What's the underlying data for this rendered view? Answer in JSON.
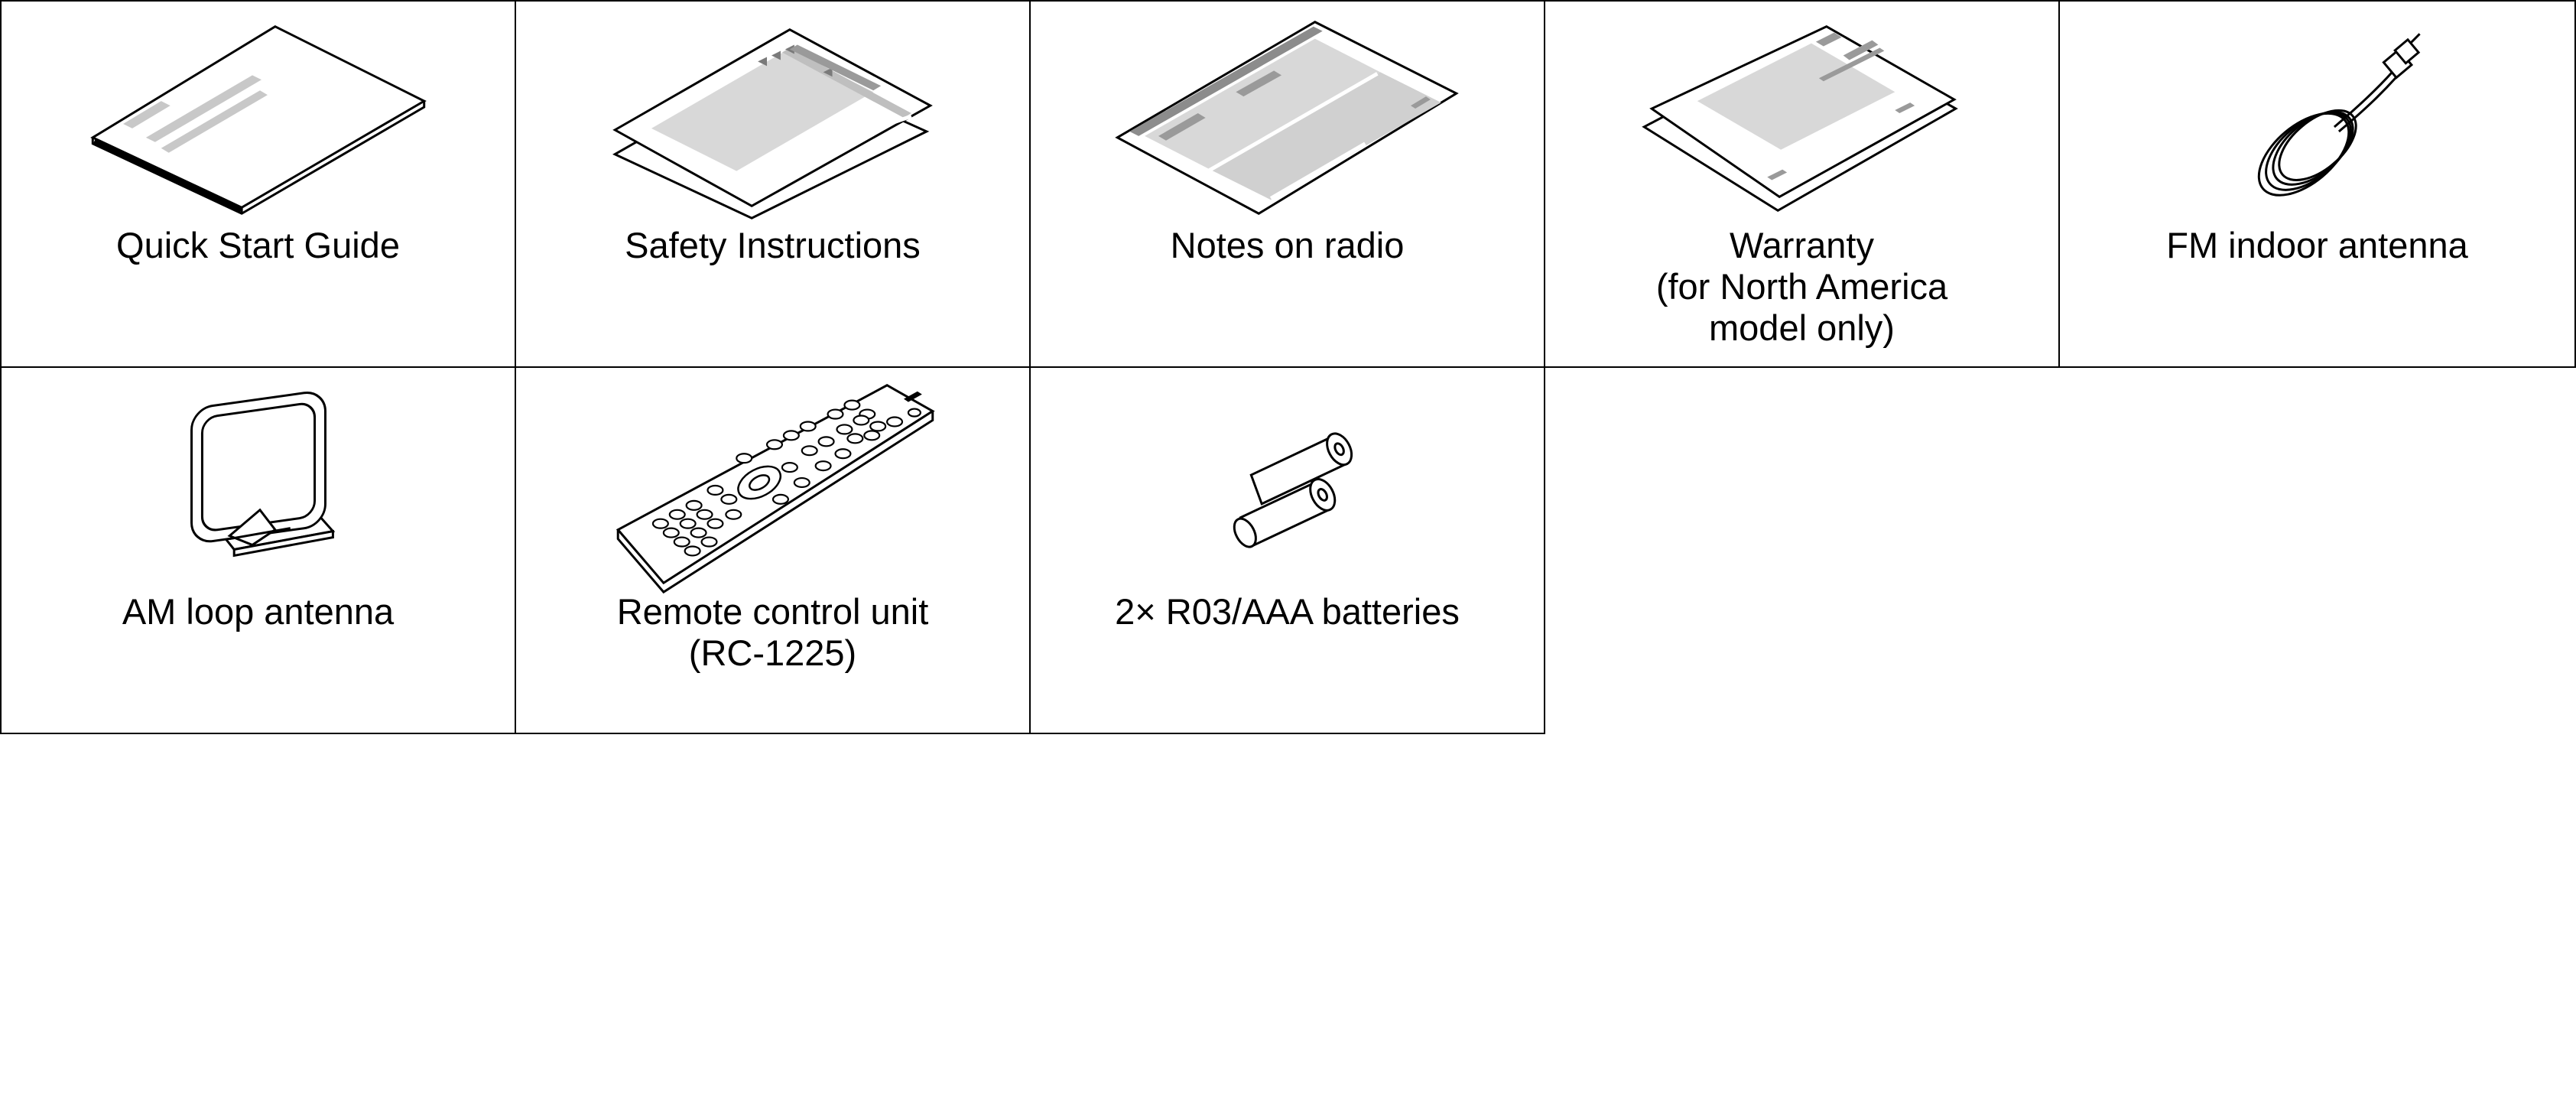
{
  "items": [
    {
      "label": [
        "Quick Start Guide"
      ],
      "icon": "quick-start-guide-icon"
    },
    {
      "label": [
        "Safety Instructions"
      ],
      "icon": "safety-instructions-icon"
    },
    {
      "label": [
        "Notes on radio"
      ],
      "icon": "notes-on-radio-icon"
    },
    {
      "label": [
        "Warranty",
        "(for North America",
        "model only)"
      ],
      "icon": "warranty-icon"
    },
    {
      "label": [
        "FM indoor antenna"
      ],
      "icon": "fm-antenna-icon"
    },
    {
      "label": [
        "AM loop antenna"
      ],
      "icon": "am-loop-antenna-icon"
    },
    {
      "label": [
        "Remote control unit",
        "(RC-1225)"
      ],
      "icon": "remote-control-icon"
    },
    {
      "label": [
        "2× R03/AAA batteries"
      ],
      "icon": "batteries-icon"
    }
  ]
}
